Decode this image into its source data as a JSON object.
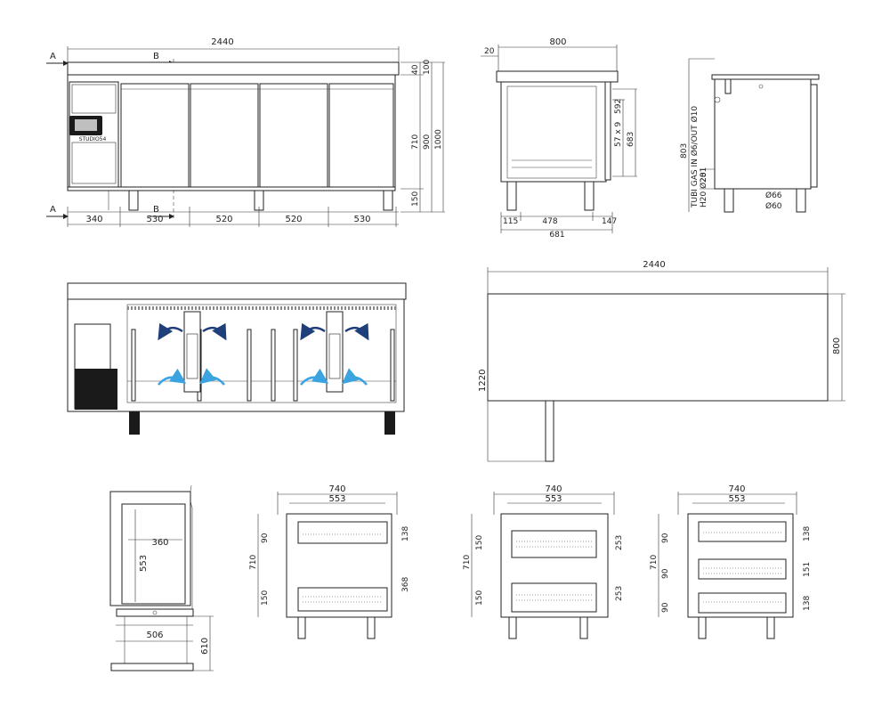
{
  "colors": {
    "line": "#222222",
    "arrow_dark": "#1f3f7a",
    "arrow_light": "#3aa3e0",
    "background": "#ffffff"
  },
  "front_view": {
    "overall_width": "2440",
    "section_a": "A",
    "section_b": "B",
    "brand": "STUDIO54",
    "segments": [
      "340",
      "530",
      "520",
      "520",
      "530"
    ],
    "heights": [
      "40",
      "100",
      "710",
      "900",
      "1000",
      "150"
    ]
  },
  "side_section": {
    "depth": "800",
    "overhang": "20",
    "rails": "57 x 9",
    "inner_a": "592",
    "inner_b": "683",
    "bottom": [
      "115",
      "478",
      "147"
    ],
    "total": "681"
  },
  "side_view": {
    "height": "803",
    "gas_label": "TUBI GAS IN Ø6/OUT Ø10",
    "water_label": "H20 Ø20",
    "offset": "281",
    "leg_a": "Ø66",
    "leg_b": "Ø60"
  },
  "top_view": {
    "width": "2440",
    "depth": "800",
    "leg_height": "1220"
  },
  "door_detail": {
    "width_inner": "360",
    "height": "553",
    "width": "506",
    "depth": "610"
  },
  "drawer_views": [
    {
      "w": "740",
      "inner": "553",
      "h": "710",
      "dims": [
        "90",
        "150",
        "138",
        "368"
      ]
    },
    {
      "w": "740",
      "inner": "553",
      "h": "710",
      "dims": [
        "150",
        "150",
        "253",
        "253"
      ]
    },
    {
      "w": "740",
      "inner": "553",
      "h": "710",
      "dims": [
        "90",
        "90",
        "90",
        "138",
        "151",
        "138"
      ]
    }
  ]
}
